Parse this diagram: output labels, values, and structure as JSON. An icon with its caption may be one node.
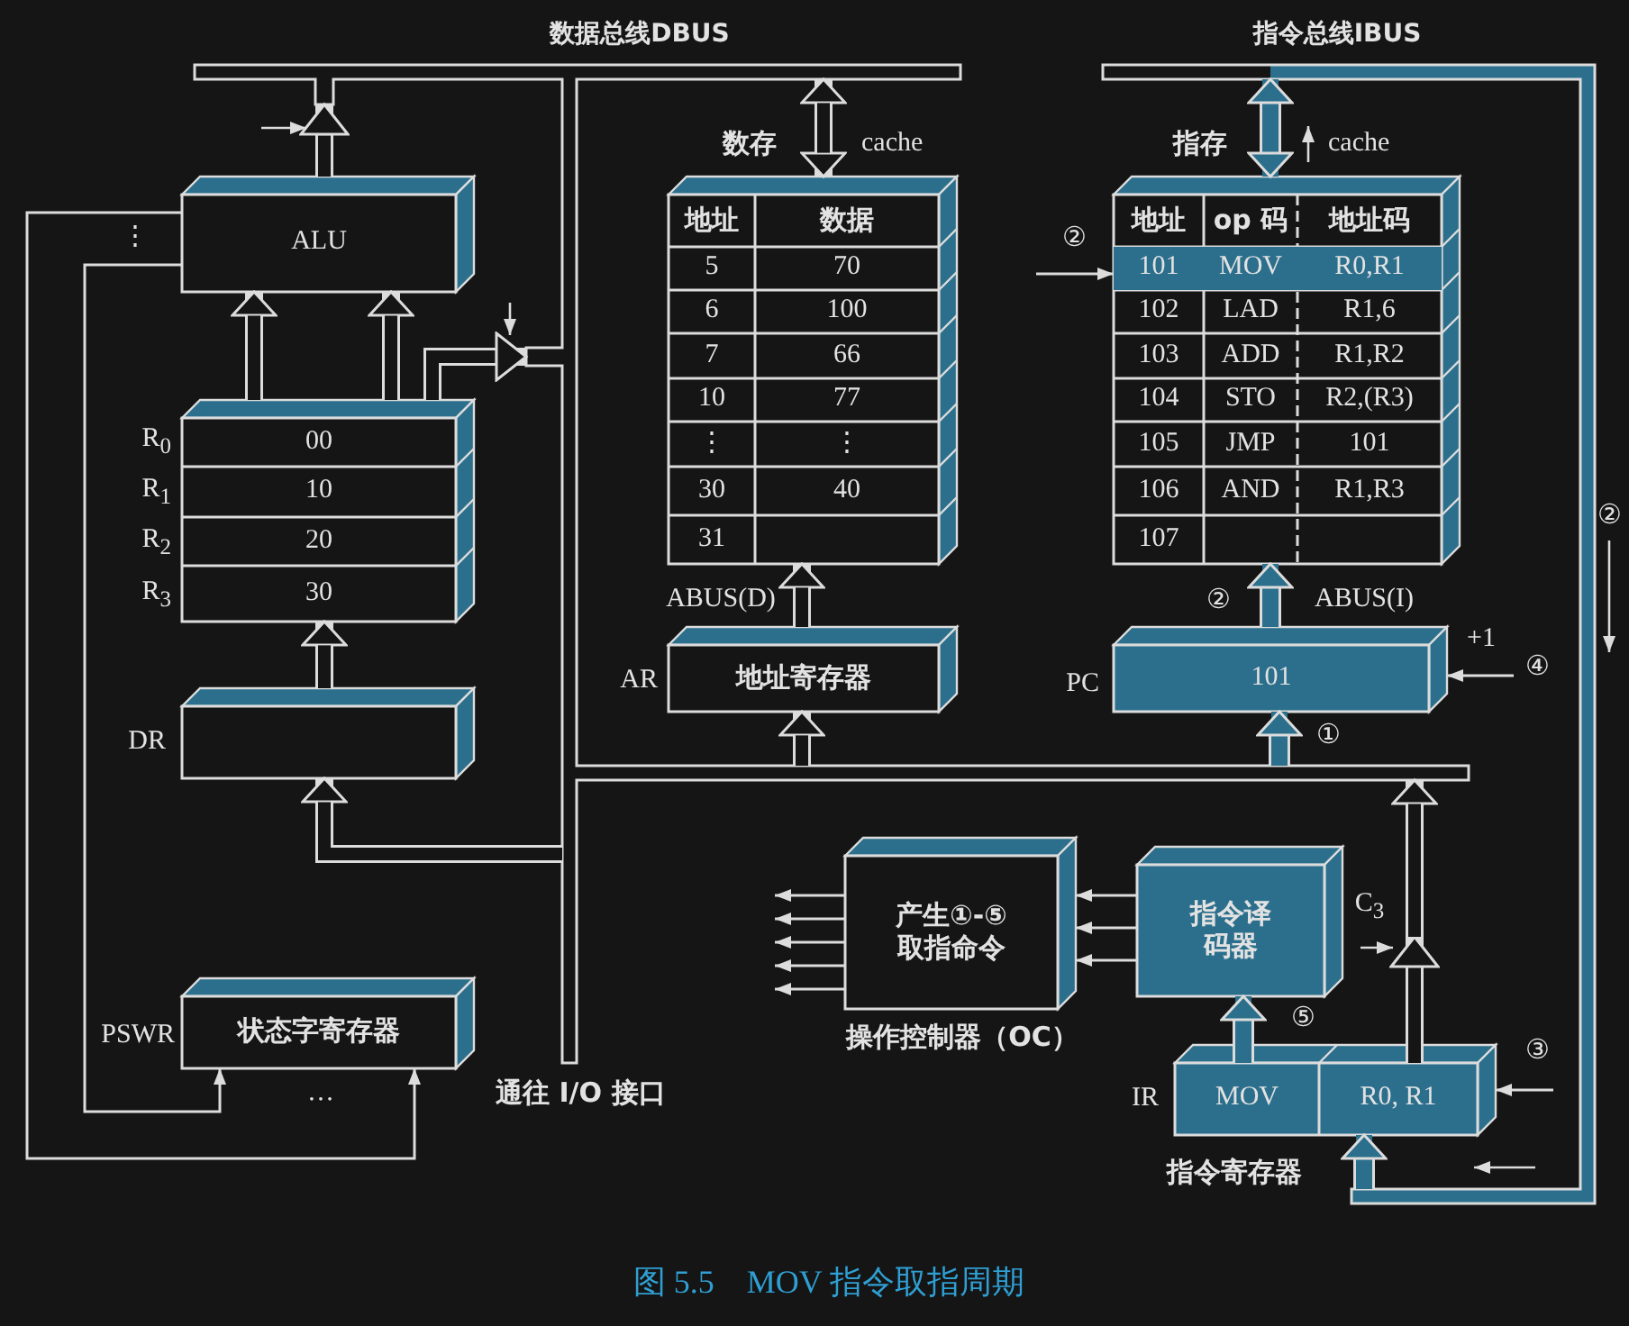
{
  "diagram": {
    "caption": "图 5.5　MOV 指令取指周期",
    "nodes": [
      {
        "text": [
          "ALU"
        ]
      },
      {
        "text": [],
        "shape": "box"
      },
      {
        "text": [
          "00"
        ],
        "in": 1
      },
      {
        "text": [
          "10"
        ],
        "in": 1
      },
      {
        "text": [
          "20"
        ],
        "in": 1
      },
      {
        "text": [
          "30"
        ],
        "in": 1
      },
      {
        "text": [],
        "shape": "box",
        "beside": [
          "DR"
        ]
      },
      {
        "text": [
          "状态字寄存器"
        ],
        "beside": [
          "PSWR"
        ]
      },
      {
        "text": [
          "数据总线DBUS"
        ]
      },
      {
        "text": [],
        "shape": "box"
      },
      {
        "text": [
          "地址",
          "数据"
        ],
        "in": 9
      },
      {
        "text": [
          "5",
          "70"
        ],
        "in": 9
      },
      {
        "text": [
          "6",
          "100"
        ],
        "in": 9
      },
      {
        "text": [
          "7",
          "66"
        ],
        "in": 9
      },
      {
        "text": [
          "10",
          "77"
        ],
        "in": 9
      },
      {
        "text": [
          "⋮",
          "⋮"
        ],
        "in": 9
      },
      {
        "text": [
          "30",
          "40"
        ],
        "in": 9
      },
      {
        "text": [
          "31"
        ],
        "in": 9
      },
      {
        "text": [
          "地址寄存器"
        ],
        "beside": [
          "AR"
        ]
      },
      {
        "text": [
          "指令总线IBUS"
        ],
        "beside": [
          "②"
        ]
      },
      {
        "text": [],
        "shape": "box"
      },
      {
        "text": [
          "地址",
          "op 码",
          "地址码"
        ],
        "in": 20
      },
      {
        "text": [
          "101",
          "MOV",
          "R0,R1"
        ],
        "in": 20
      },
      {
        "text": [
          "102",
          "LAD",
          "R1,6"
        ],
        "in": 20
      },
      {
        "text": [
          "103",
          "ADD",
          "R1,R2"
        ],
        "in": 20
      },
      {
        "text": [
          "104",
          "STO",
          "R2,(R3)"
        ],
        "in": 20
      },
      {
        "text": [
          "105",
          "JMP",
          "101"
        ],
        "in": 20
      },
      {
        "text": [
          "106",
          "AND",
          "R1,R3"
        ],
        "in": 20
      },
      {
        "text": [
          "107"
        ],
        "in": 20
      },
      {
        "text": [
          "101"
        ],
        "beside": [
          "PC"
        ]
      },
      {
        "text": [
          "产生①-⑤取指命令"
        ],
        "beside": [
          "操作控制器（OC）"
        ]
      },
      {
        "text": [
          "指令译码器"
        ]
      },
      {
        "text": [],
        "shape": "box",
        "beside": [
          "IR"
        ]
      },
      {
        "text": [
          "MOV"
        ],
        "in": 32
      },
      {
        "text": [
          "R0, R1"
        ],
        "in": 32
      }
    ],
    "edges": [
      {
        "from": 0,
        "to": 8,
        "arrow": "to"
      },
      {
        "from": 1,
        "to": 0,
        "arrow": "to"
      },
      {
        "from": 1,
        "to": 0,
        "arrow": "to"
      },
      {
        "from": 1,
        "to": 8,
        "arrow": "to"
      },
      {
        "from": 6,
        "to": 1,
        "arrow": "to"
      },
      {
        "from": 8,
        "to": 6,
        "arrow": "to"
      },
      {
        "from": 0,
        "to": 7,
        "arrow": "to"
      },
      {
        "from": 0,
        "to": 7,
        "arrow": "to"
      },
      {
        "from": 8,
        "to": 9,
        "arrow": "both"
      },
      {
        "from": 18,
        "to": 9,
        "arrow": "to",
        "label": "ABUS(D)"
      },
      {
        "from": 8,
        "to": 18,
        "arrow": "to"
      },
      {
        "from": 19,
        "to": 20,
        "arrow": "both",
        "color": "#2b6f8c"
      },
      {
        "from": 29,
        "to": 20,
        "arrow": "to",
        "label": "ABUS(I)",
        "color": "#2b6f8c"
      },
      {
        "from": 8,
        "to": 29,
        "arrow": "to",
        "label": "①",
        "color": "#2b6f8c"
      },
      {
        "from": 34,
        "to": 8,
        "arrow": "to"
      },
      {
        "from": 19,
        "to": 32,
        "arrow": "to",
        "color": "#2b6f8c"
      },
      {
        "from": 33,
        "to": 31,
        "arrow": "to",
        "label": "⑤",
        "color": "#2b6f8c"
      },
      {
        "from": 31,
        "to": 30,
        "arrow": "to"
      },
      {
        "from": 31,
        "to": 30,
        "arrow": "to"
      },
      {
        "from": 31,
        "to": 30,
        "arrow": "to"
      },
      {
        "from": 30,
        "to": null,
        "arrow": "to"
      },
      {
        "from": 30,
        "to": null,
        "arrow": "to"
      },
      {
        "from": 30,
        "to": null,
        "arrow": "to"
      },
      {
        "from": 30,
        "to": null,
        "arrow": "to"
      },
      {
        "from": 30,
        "to": null,
        "arrow": "to"
      },
      {
        "from": null,
        "to": 29,
        "arrow": "to",
        "label": "④"
      },
      {
        "from": null,
        "to": 34,
        "arrow": "to",
        "label": "③"
      },
      {
        "from": null,
        "to": 22,
        "arrow": "to",
        "label": "②"
      }
    ],
    "labels": [
      "数存",
      "cache",
      "指存",
      "cache",
      "⋮",
      "R$_{0}$",
      "R$_{1}$",
      "R$_{2}$",
      "R$_{3}$",
      "②",
      "+1",
      "C$_{3}$",
      "…",
      "通往 I/O 接口",
      "指令寄存器"
    ]
  }
}
